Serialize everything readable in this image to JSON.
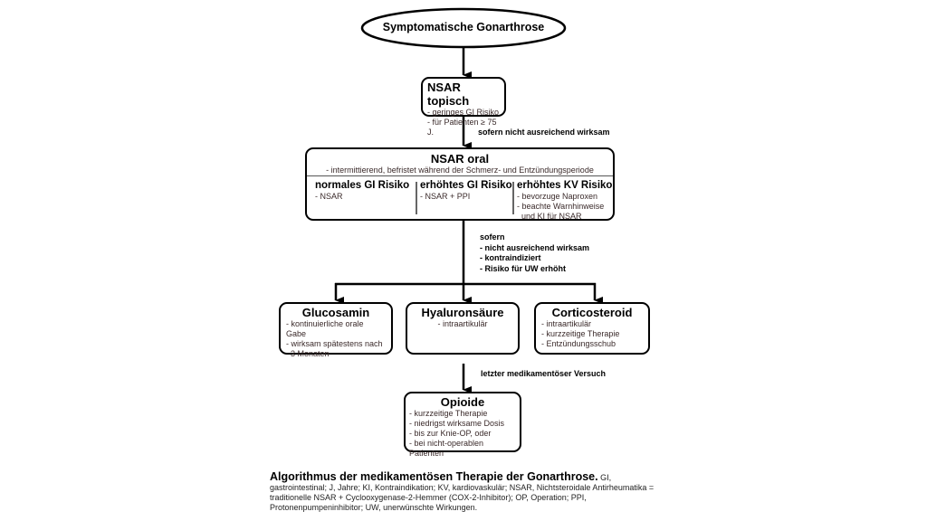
{
  "start": "Symptomatische Gonarthrose",
  "topisch": {
    "title": "NSAR topisch",
    "items": [
      "- geringes GI Risiko",
      "- für Patienten ≥ 75 J."
    ]
  },
  "edge1": "sofern nicht ausreichend wirksam",
  "oral": {
    "title": "NSAR oral",
    "subtitle": "- intermittierend, befristet während der Schmerz- und Entzündungsperiode",
    "columns": [
      {
        "title": "normales GI Risiko",
        "items": [
          "- NSAR"
        ]
      },
      {
        "title": "erhöhtes GI Risiko",
        "items": [
          "- NSAR + PPI"
        ]
      },
      {
        "title": "erhöhtes KV Risiko",
        "items": [
          "- bevorzuge Naproxen",
          "- beachte Warnhinweise",
          "  und KI für NSAR"
        ]
      }
    ]
  },
  "edge2": [
    "sofern",
    "- nicht ausreichend wirksam",
    "- kontraindiziert",
    "- Risiko für UW erhöht"
  ],
  "options": [
    {
      "title": "Glucosamin",
      "items": [
        "- kontinuierliche orale Gabe",
        "- wirksam spätestens nach",
        "  3 Monaten"
      ]
    },
    {
      "title": "Hyaluronsäure",
      "items": [
        "- intraartikulär"
      ]
    },
    {
      "title": "Corticosteroid",
      "items": [
        "- intraartikulär",
        "- kurzzeitige Therapie",
        "- Entzündungsschub"
      ]
    }
  ],
  "edge3": "letzter medikamentöser Versuch",
  "opioide": {
    "title": "Opioide",
    "items": [
      "- kurzzeitige Therapie",
      "- niedrigst wirksame Dosis",
      "- bis zur Knie-OP, oder",
      "- bei nicht-operablen Patienten"
    ]
  },
  "caption": {
    "title": "Algorithmus der medikamentösen Therapie der Gonarthrose.",
    "text": "GI, gastrointestinal; J, Jahre; KI, Kontraindikation; KV, kardiovaskulär; NSAR, Nichtsteroidale Antirheumatika = traditionelle NSAR + Cyclooxygenase-2-Hemmer (COX-2-Inhibitor); OP, Operation; PPI, Protonenpumpeninhibitor; UW, unerwünschte Wirkungen."
  }
}
